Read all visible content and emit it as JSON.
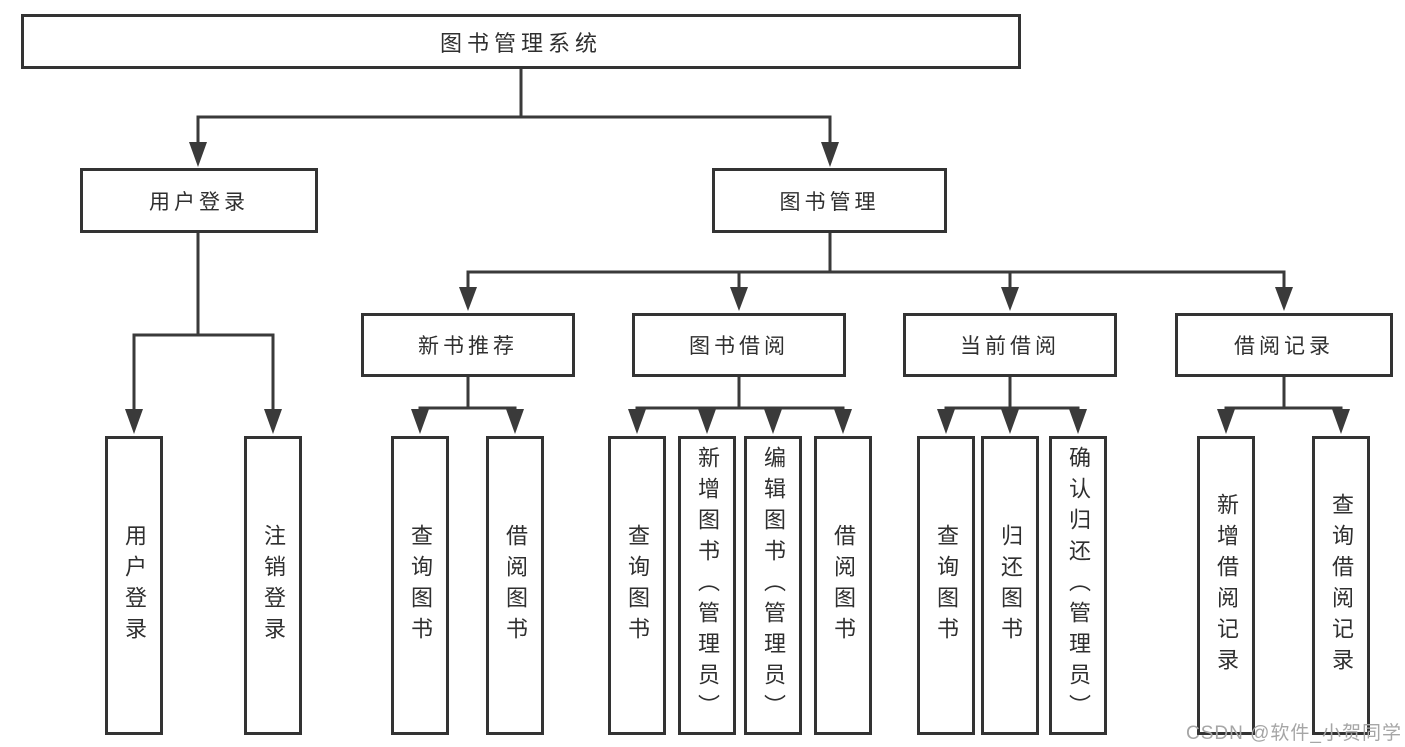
{
  "nodes": {
    "root": "图书管理系统",
    "level2": [
      "用户登录",
      "图书管理"
    ],
    "level3": [
      "新书推荐",
      "图书借阅",
      "当前借阅",
      "借阅记录"
    ],
    "leaves_login": [
      "用户登录",
      "注销登录"
    ],
    "leaves_recommend": [
      "查询图书",
      "借阅图书"
    ],
    "leaves_borrow": [
      "查询图书",
      "新增图书（管理员）",
      "编辑图书（管理员）",
      "借阅图书"
    ],
    "leaves_current": [
      "查询图书",
      "归还图书",
      "确认归还（管理员）"
    ],
    "leaves_records": [
      "新增借阅记录",
      "查询借阅记录"
    ]
  },
  "watermark": {
    "text": "CSDN @软件_小贺同学"
  },
  "colors": {
    "line": "#3a3a3a",
    "box_border": "#333333",
    "box_fill": "#ffffff",
    "text": "#2f2f2f",
    "watermark": "#a6a6a6",
    "background": "#ffffff"
  }
}
